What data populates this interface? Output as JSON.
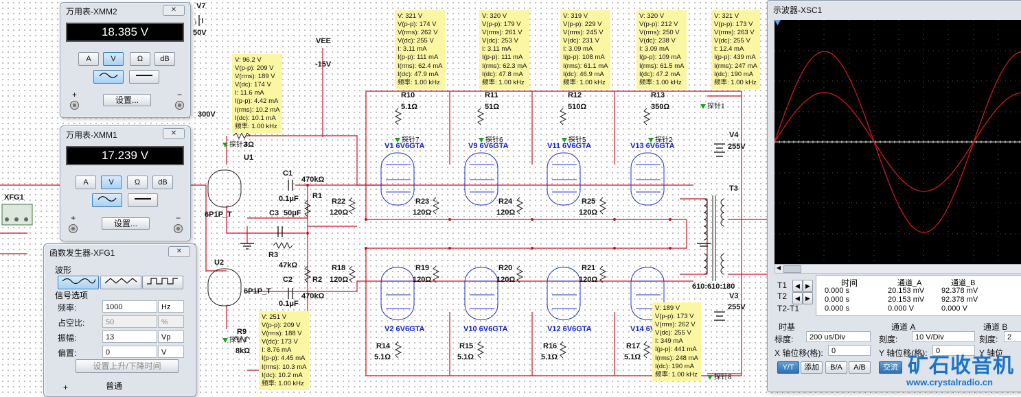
{
  "schematic": {
    "labels": {
      "vee": "VEE",
      "vee_val": "-15V",
      "v7": "V7",
      "v7_val": "50V",
      "v300": "300V",
      "xfg": "XFG1",
      "u1": "U1",
      "u2": "U2",
      "u1_type": "6P1P_T",
      "u2_type": "6P1P_T",
      "c1": "C1",
      "c1_val": "0.1μF",
      "c2": "C2",
      "c2_val": "0.1μF",
      "c3": "C3",
      "c3_val": "50μF",
      "r1": "R1",
      "r1_val": "470kΩ",
      "r2": "R2",
      "r2_val": "470kΩ",
      "r3": "R3",
      "r3_val": "47kΩ",
      "r9": "R9",
      "r9_val": "8kΩ",
      "r3top": "3Ω",
      "r10": "R10",
      "r10_val": "5.1Ω",
      "r11": "R11",
      "r11_val": "51Ω",
      "r12": "R12",
      "r12_val": "510Ω",
      "r13": "R13",
      "r13_val": "350Ω",
      "r22": "R22",
      "r22_val": "120Ω",
      "r23": "R23",
      "r23_val": "120Ω",
      "r24": "R24",
      "r24_val": "120Ω",
      "r25": "R25",
      "r25_val": "120Ω",
      "r18": "R18",
      "r18_val": "120Ω",
      "r19": "R19",
      "r19_val": "120Ω",
      "r20": "R20",
      "r20_val": "120Ω",
      "r21": "R21",
      "r21_val": "120Ω",
      "r14": "R14",
      "r14_val": "5.1Ω",
      "r15": "R15",
      "r15_val": "5.1Ω",
      "r16": "R16",
      "r16_val": "5.1Ω",
      "r17": "R17",
      "r17_val": "5.1Ω",
      "v4": "V4",
      "v4_val": "255V",
      "v3": "V3",
      "v3_val": "255V",
      "t3": "T3",
      "t3_val": "610:610:180"
    },
    "tubes": {
      "v1": "V1  6V6GTA",
      "v9": "V9  6V6GTA",
      "v11": "V11  6V6GTA",
      "v13": "V13  6V6GTA",
      "v2": "V2  6V6GTA",
      "v10": "V10  6V6GTA",
      "v12": "V12  6V6GTA",
      "v14": "V14  6V6GTA"
    },
    "probes": {
      "p1": "探针1",
      "p2": "探针2",
      "p3": "探针3",
      "p4": "探针4",
      "p5": "探针5",
      "p6": "探针6",
      "p7": "探针7",
      "p8": "探针8"
    },
    "notes": [
      [
        "V: 96.2 V",
        "V(p-p): 209 V",
        "V(rms): 189 V",
        "V(dc): 174 V",
        "I: 11.6 mA",
        "I(p-p): 4.42 mA",
        "I(rms): 10.2 mA",
        "I(dc): 10.1 mA",
        "频率: 1.00 kHz"
      ],
      [
        "V: 321 V",
        "V(p-p): 174 V",
        "V(rms): 262 V",
        "V(dc): 255 V",
        "I: 3.11 mA",
        "I(p-p): 111 mA",
        "I(rms): 62.4 mA",
        "I(dc): 47.9 mA",
        "频率: 1.00 kHz"
      ],
      [
        "V: 320 V",
        "V(p-p): 179 V",
        "V(rms): 261 V",
        "V(dc): 253 V",
        "I: 3.11 mA",
        "I(p-p): 111 mA",
        "I(rms): 62.3 mA",
        "I(dc): 47.8 mA",
        "频率: 1.00 kHz"
      ],
      [
        "V: 319 V",
        "V(p-p): 229 V",
        "V(rms): 245 V",
        "V(dc): 231 V",
        "I: 3.09 mA",
        "I(p-p): 108 mA",
        "I(rms): 61.1 mA",
        "I(dc): 46.9 mA",
        "频率: 1.00 kHz"
      ],
      [
        "V: 320 V",
        "V(p-p): 212 V",
        "V(rms): 250 V",
        "V(dc): 238 V",
        "I: 3.09 mA",
        "I(p-p): 109 mA",
        "I(rms): 61.5 mA",
        "I(dc): 47.2 mA",
        "频率: 1.00 kHz"
      ],
      [
        "V: 321 V",
        "V(p-p): 173 V",
        "V(rms): 263 V",
        "V(dc): 255 V",
        "I: 12.4 mA",
        "I(p-p): 439 mA",
        "I(rms): 247 mA",
        "I(dc): 190 mA",
        "频率: 1.00 kHz"
      ],
      [
        "V: 251 V",
        "V(p-p): 209 V",
        "V(rms): 188 V",
        "V(dc): 173 V",
        "I: 8.76 mA",
        "I(p-p): 4.45 mA",
        "I(rms): 10.3 mA",
        "I(dc): 10.2 mA",
        "频率: 1.00 kHz"
      ],
      [
        "V: 189 V",
        "V(p-p): 173 V",
        "V(rms): 262 V",
        "V(dc): 255 V",
        "I: 349 mA",
        "I(p-p): 441 mA",
        "I(rms): 248 mA",
        "I(dc): 190 mA",
        "频率: 1.00 kHz"
      ]
    ]
  },
  "xmm2": {
    "title": "万用表-XMM2",
    "reading": "18.385 V",
    "buttons": [
      "A",
      "V",
      "Ω",
      "dB"
    ],
    "settings": "设置...",
    "plus": "+",
    "minus": "−",
    "close": "✕"
  },
  "xmm1": {
    "title": "万用表-XMM1",
    "reading": "17.239 V",
    "buttons": [
      "A",
      "V",
      "Ω",
      "dB"
    ],
    "settings": "设置...",
    "plus": "+",
    "minus": "−",
    "close": "✕"
  },
  "xfg": {
    "title": "函数发生器-XFG1",
    "close": "✕",
    "waveform_label": "波形",
    "signal_label": "信号选项",
    "rows": [
      {
        "label": "频率:",
        "value": "1000",
        "unit": "Hz"
      },
      {
        "label": "占空比:",
        "value": "50",
        "unit": "%"
      },
      {
        "label": "振幅:",
        "value": "13",
        "unit": "Vp"
      },
      {
        "label": "偏置:",
        "value": "0",
        "unit": "V"
      }
    ],
    "rise_fall": "设置上升/下降时间",
    "common": "普通",
    "plus": "+"
  },
  "osc": {
    "title": "示波器-XSC1",
    "t1": "T1",
    "t2": "T2",
    "t2t1": "T2-T1",
    "col_time": "时间",
    "col_a": "通道_A",
    "col_b": "通道_B",
    "rows": [
      [
        "0.000 s",
        "20.153 mV",
        "92.378 mV"
      ],
      [
        "0.000 s",
        "20.153 mV",
        "92.378 mV"
      ],
      [
        "0.000 s",
        "0.000 V",
        "0.000 V"
      ]
    ],
    "timebase": "时基",
    "scale_label": "标度:",
    "scale_val": "200 us/Div",
    "xpos_label": "X 轴位移(格):",
    "xpos_val": "0",
    "cha": "通道 A",
    "cha_scale_label": "刻度:",
    "cha_scale_val": "10  V/Div",
    "cha_pos_label": "Y 轴位移(格):",
    "cha_pos_val": "0",
    "chb": "通道 B",
    "chb_scale_label": "刻度:",
    "chb_scale_val": "2",
    "chb_pos_label": "Y 轴位",
    "btns": [
      "Y/T",
      "添加",
      "B/A",
      "A/B"
    ],
    "ac": "交流"
  },
  "watermark": {
    "cn": "矿石收音机",
    "url": "www.crystalradio.cn"
  },
  "colors": {
    "wire": "#c8101e",
    "tube": "#1020d0",
    "note": "#fbf6a2",
    "scope_bg": "#000000",
    "trace": "#d01818"
  }
}
